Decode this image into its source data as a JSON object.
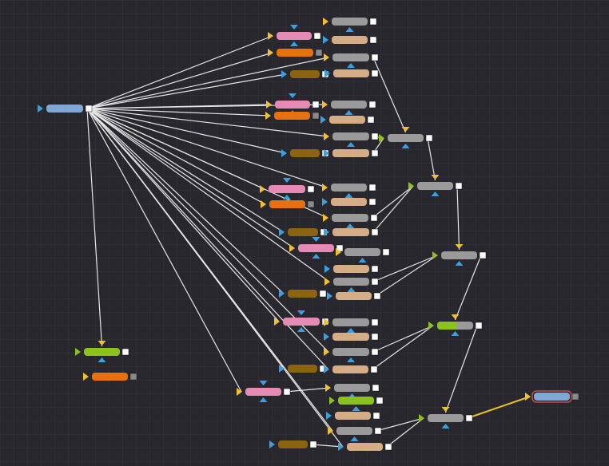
{
  "app": {
    "view": "node-graph"
  },
  "colors": {
    "background": "#28272d",
    "loader": "#7fa8d4",
    "pink": "#e48ab4",
    "orange": "#e8700e",
    "brown": "#8a6410",
    "gray": "#9a9a9a",
    "tan": "#d4ad86",
    "green": "#8cc21c",
    "link": "#e6e6e6",
    "link_active": "#e8c21a",
    "input_yellow": "#f0c030",
    "input_blue": "#3aa0e0",
    "input_green": "#8cc21c"
  },
  "nodes_summary": {
    "total_nodes": 48,
    "selected_output": "final-saver"
  }
}
